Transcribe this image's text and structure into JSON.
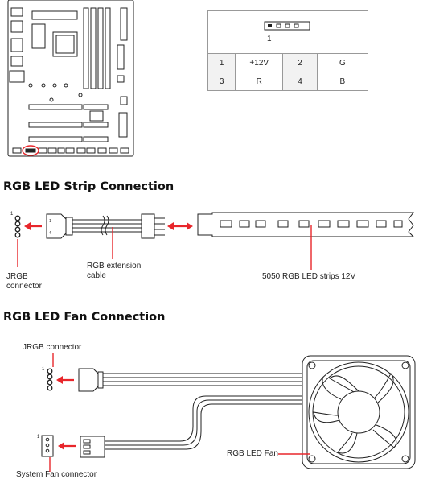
{
  "pinout": {
    "pin1_marker": "1",
    "rows": [
      [
        {
          "n": "1",
          "s": "+12V"
        },
        {
          "n": "2",
          "s": "G"
        }
      ],
      [
        {
          "n": "3",
          "s": "R"
        },
        {
          "n": "4",
          "s": "B"
        }
      ]
    ]
  },
  "strip_section": {
    "title": "RGB LED Strip Connection",
    "pin1": "1",
    "jrgb_label": "JRGB\nconnector",
    "extension_label": "RGB extension\ncable",
    "strip_label": "5050 RGB LED strips 12V"
  },
  "fan_section": {
    "title": "RGB LED Fan Connection",
    "jrgb_label": "JRGB connector",
    "pin1_top": "1",
    "pin1_bottom": "1",
    "system_fan_label": "System Fan connector",
    "fan_label": "RGB LED Fan"
  },
  "colors": {
    "accent": "#e8262b",
    "line": "#222222",
    "border": "#999999"
  }
}
